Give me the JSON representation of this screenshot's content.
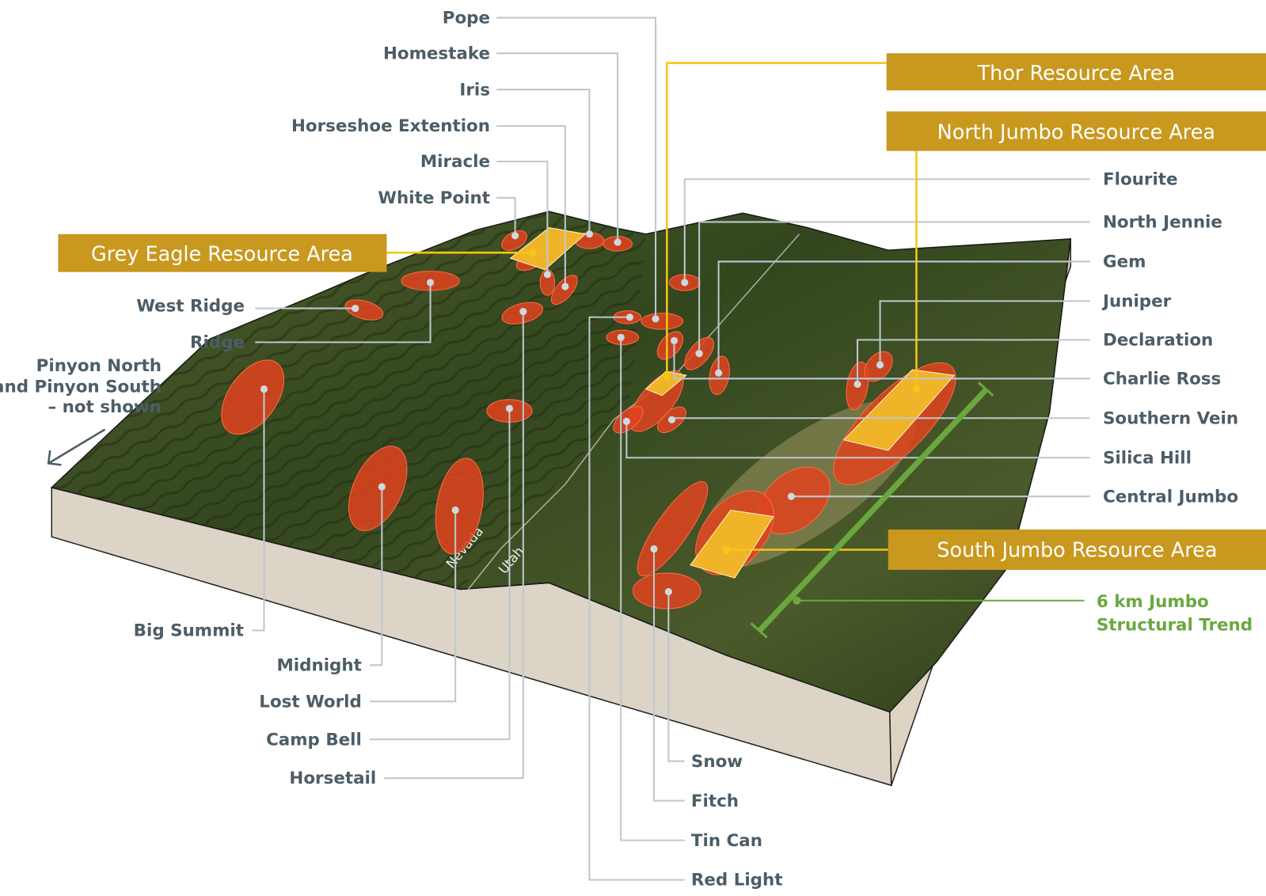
{
  "colors": {
    "gold": "#C8981F",
    "label_text": "#4C5D67",
    "leader": "#BCC8CF",
    "target_red": "#E0431F",
    "resource_yellow": "#F0B428",
    "trend_green": "#6AA83F",
    "terrain_green": "#3C4F22",
    "side_beige": "#DCD4C6"
  },
  "resource_areas": {
    "thor": "Thor Resource Area",
    "north_jumbo": "North Jumbo Resource Area",
    "grey_eagle": "Grey Eagle Resource Area",
    "south_jumbo": "South Jumbo Resource Area"
  },
  "labels_top_left": [
    "Pope",
    "Homestake",
    "Iris",
    "Horseshoe Extention",
    "Miracle",
    "White Point"
  ],
  "labels_left": [
    "West Ridge",
    "Ridge"
  ],
  "note": [
    "Pinyon North",
    "and Pinyon South",
    "– not shown"
  ],
  "labels_bottom_left": [
    "Big Summit",
    "Midnight",
    "Lost World",
    "Camp Bell",
    "Horsetail"
  ],
  "labels_bottom": [
    "Snow",
    "Fitch",
    "Tin Can",
    "Red Light"
  ],
  "labels_right": [
    "Flourite",
    "North Jennie",
    "Gem",
    "Juniper",
    "Declaration",
    "Charlie Ross",
    "Southern Vein",
    "Silica Hill",
    "Central Jumbo"
  ],
  "trend": [
    "6 km Jumbo",
    "Structural Trend"
  ],
  "state_labels": [
    "Nevada",
    "Utah"
  ]
}
